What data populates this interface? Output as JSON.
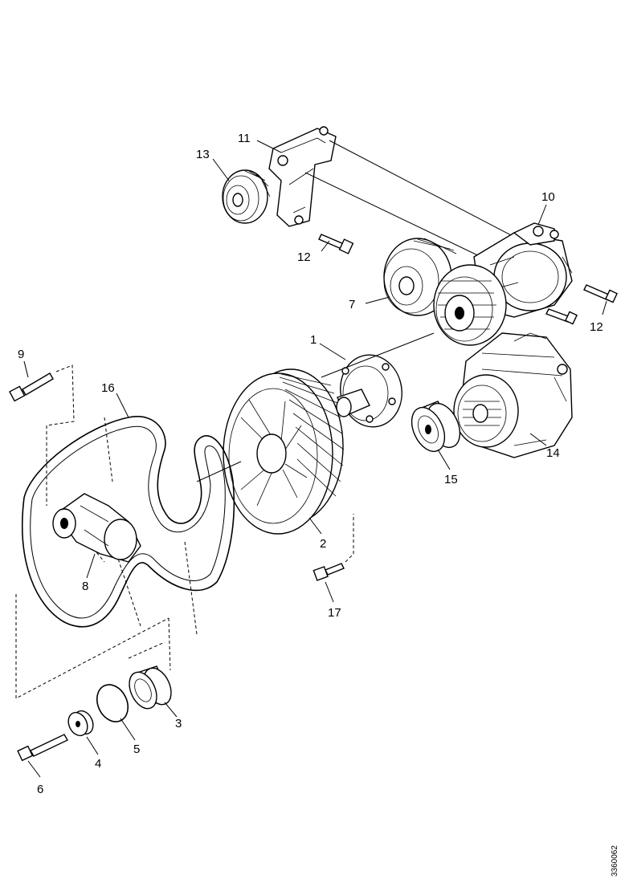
{
  "diagram": {
    "reference_code": "3360062",
    "callouts": [
      "1",
      "2",
      "3",
      "4",
      "5",
      "6",
      "7",
      "8",
      "9",
      "10",
      "11",
      "12",
      "12",
      "13",
      "14",
      "15",
      "16",
      "17"
    ]
  }
}
